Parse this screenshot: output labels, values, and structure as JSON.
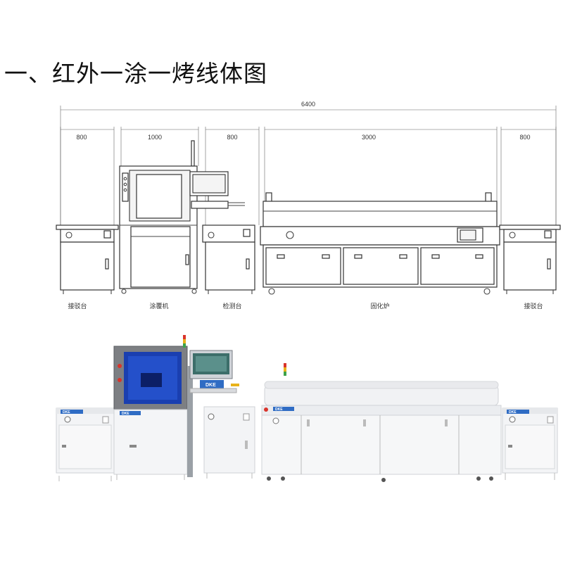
{
  "title": "一、红外一涂一烤线体图",
  "dimensions": {
    "total": "6400",
    "segments": [
      "800",
      "1000",
      "800",
      "3000",
      "800"
    ]
  },
  "stations": [
    "接驳台",
    "涂覆机",
    "检测台",
    "固化炉",
    "接驳台"
  ],
  "brand": "DKE",
  "colors": {
    "line": "#333333",
    "brand_blue": "#2f6cc4",
    "screen_blue": "#1a3fb0",
    "beacon_red": "#d9342b",
    "beacon_yellow": "#e8b21a",
    "beacon_green": "#3da34a"
  }
}
